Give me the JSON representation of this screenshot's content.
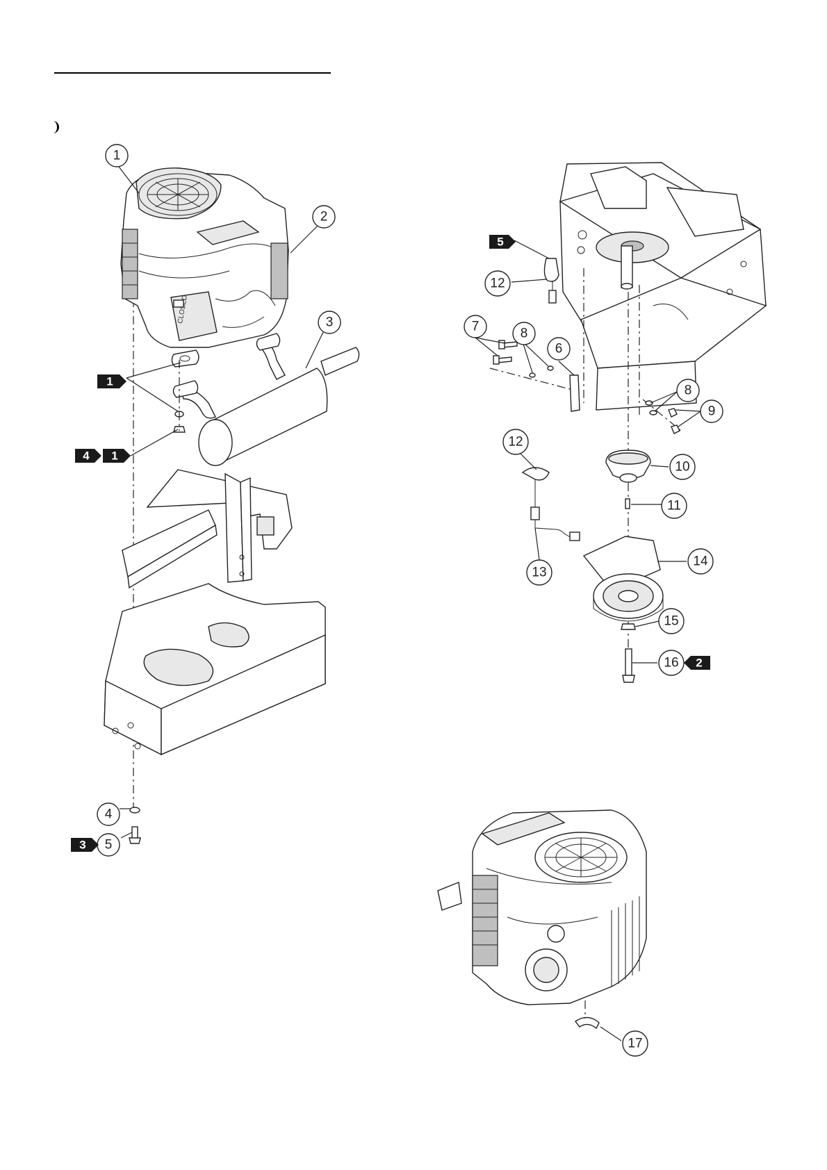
{
  "callouts": {
    "c1": "1",
    "c2": "2",
    "c3": "3",
    "c4": "4",
    "c5": "5",
    "c6": "6",
    "c7": "7",
    "c8a": "8",
    "c8b": "8",
    "c9": "9",
    "c10": "10",
    "c11": "11",
    "c12a": "12",
    "c12b": "12",
    "c13": "13",
    "c14": "14",
    "c15": "15",
    "c16": "16",
    "c17": "17"
  },
  "tags": {
    "t1a": "1",
    "t4": "4",
    "t1b": "1",
    "t3": "3",
    "t5": "5",
    "t2": "2"
  }
}
